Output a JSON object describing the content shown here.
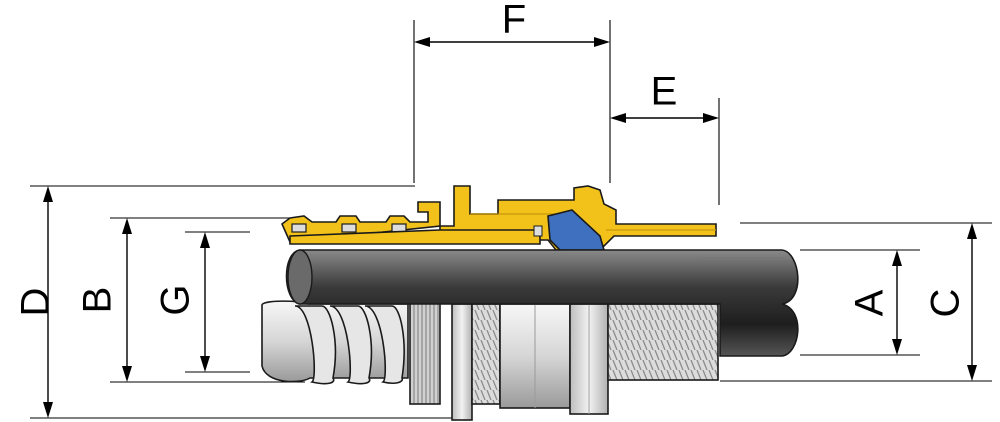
{
  "labels": {
    "a": "A",
    "b": "B",
    "c": "C",
    "d": "D",
    "e": "E",
    "f": "F",
    "g": "G"
  },
  "colors": {
    "brass": "#f2c21b",
    "brass_dark": "#c9980c",
    "seal_blue": "#3f6fbf",
    "cable_dark": "#2b2b2b",
    "cable_light": "#8a8a8a",
    "metal_light": "#eeeeee",
    "metal_mid": "#c8c8c8",
    "metal_dark": "#8e8e8e"
  }
}
